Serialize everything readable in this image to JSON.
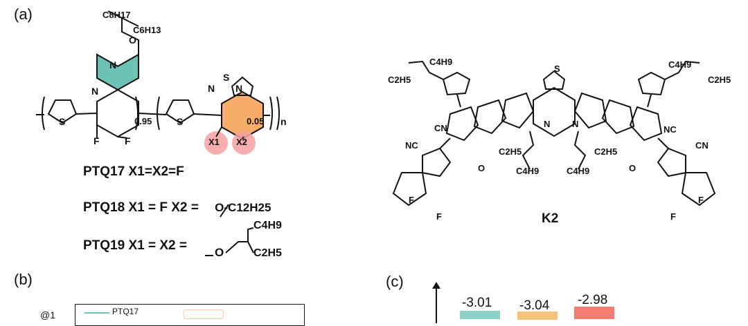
{
  "panels": {
    "a": "(a)",
    "b": "(b)",
    "c": "(c)"
  },
  "polymer": {
    "side_chain_top": "C8H17",
    "side_chain_mid": "C6H13",
    "atoms": {
      "O": "O",
      "N": "N",
      "S": "S",
      "F": "F"
    },
    "sub_left": "0.95",
    "sub_right": "0.05",
    "sub_n": "n",
    "x1": "X1",
    "x2": "X2",
    "x_fill": "#f4a0a0",
    "pyrazine_fill": "#6cc3b5",
    "benzo_fill": "#f7ae6a"
  },
  "compounds": [
    {
      "name": "PTQ17",
      "def": "X1=X2=F"
    },
    {
      "name": "PTQ18",
      "def": "X1 = F X2 =",
      "chain": "O-C12H25"
    },
    {
      "name": "PTQ19",
      "def": "X1 = X2 =",
      "chain_o": "O",
      "chain_a": "C4H9",
      "chain_b": "C2H5"
    }
  ],
  "acceptor": {
    "name": "K2",
    "c4h9": "C4H9",
    "c2h5": "C2H5",
    "cn": "CN",
    "nc": "NC",
    "o": "O",
    "f": "F",
    "n": "N",
    "s": "S"
  },
  "panel_b": {
    "legend_first": "PTQ17",
    "legend_color": "#6cc3b5"
  },
  "panel_c": {
    "bars": [
      {
        "value": "-3.01",
        "color": "#8fd0c4"
      },
      {
        "value": "-3.04",
        "color": "#f7c27a"
      },
      {
        "value": "-2.98",
        "color": "#f47b6f"
      }
    ]
  }
}
